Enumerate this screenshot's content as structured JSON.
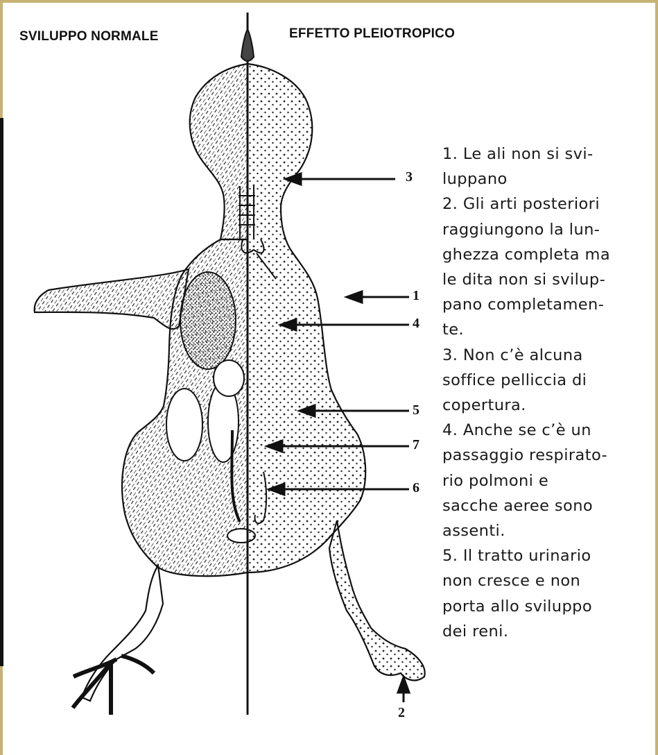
{
  "headers": {
    "left": "SVILUPPO NORMALE",
    "right": "EFFETTO PLEIOTROPICO"
  },
  "notes": [
    "1. Le ali non si svi-",
    "luppano",
    "2. Gli arti posteriori",
    "raggiungono la lun-",
    "ghezza completa ma",
    "le dita non si svilup-",
    "pano completamen-",
    "te.",
    "3. Non c’è alcuna",
    "soffice pelliccia di",
    "copertura.",
    "4. Anche se c’è un",
    "passaggio respirato-",
    "rio polmoni e",
    "sacche aeree sono",
    "assenti.",
    "5. Il tratto urinario",
    "non cresce e non",
    "porta allo sviluppo",
    "dei reni."
  ],
  "labels": {
    "l3": "3",
    "l1": "1",
    "l4": "4",
    "l5": "5",
    "l7": "7",
    "l6": "6",
    "l2": "2"
  },
  "colors": {
    "frame": "#c8b273",
    "ink": "#111111"
  }
}
